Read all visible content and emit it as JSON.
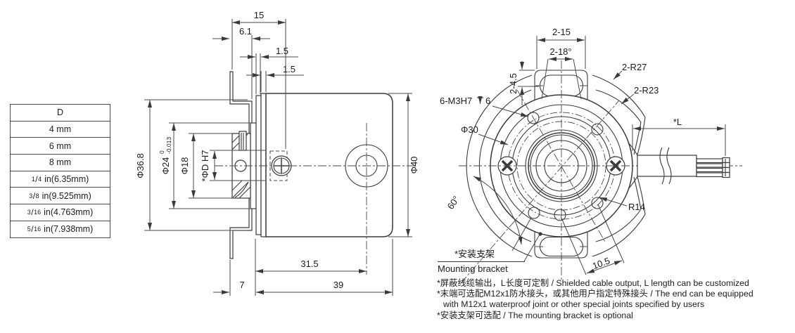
{
  "table": {
    "header": "D",
    "frac_slash": "/",
    "rows": [
      {
        "text": "4 mm"
      },
      {
        "text": "6 mm"
      },
      {
        "text": "8 mm"
      },
      {
        "num": "1",
        "den": "4",
        "text": "in(6.35mm)"
      },
      {
        "num": "3",
        "den": "8",
        "text": "in(9.525mm)"
      },
      {
        "num": "3",
        "den": "16",
        "text": "in(4.763mm)"
      },
      {
        "num": "5",
        "den": "16",
        "text": "in(7.938mm)"
      }
    ]
  },
  "side_view": {
    "dims": {
      "width_total": "15",
      "width_bracket": "6.1",
      "plate_a": "1.5",
      "plate_b": "1.5",
      "phi_368": "Φ36.8",
      "phi_24": "Φ24",
      "phi_24_tol_upper": "0",
      "phi_24_tol_lower": "-0.013",
      "phi_18": "Φ18",
      "phi_d": "*ΦD H7",
      "phi_40": "Φ40",
      "depth_315": "31.5",
      "bracket_7": "7",
      "body_39": "39"
    }
  },
  "front_view": {
    "dims": {
      "slot_pair_width": "2-15",
      "slot_pair_angle": "2-18°",
      "slot_offset": "2-4.5",
      "radius_outer": "2-R27",
      "radius_inner": "2-R23",
      "tapped_holes": "6-M3H7",
      "tapped_depth": "6",
      "phi_30": "Φ30",
      "cable_length": "*L",
      "radius_14": "R14",
      "angle_60": "60°",
      "offset_105": "10.5"
    },
    "bracket_label_cn": "*安装支架",
    "bracket_label_en": "Mounting bracket"
  },
  "notes": [
    "*屏蔽线缆输出，L长度可定制 / Shielded cable output, L length can be customized",
    "*末端可选配M12x1防水接头，或其他用户指定特殊接头 / The end can be equipped",
    "with M12x1 waterproof joint or other special joints specified by users",
    "*安装支架可选配 / The mounting bracket is optional"
  ]
}
